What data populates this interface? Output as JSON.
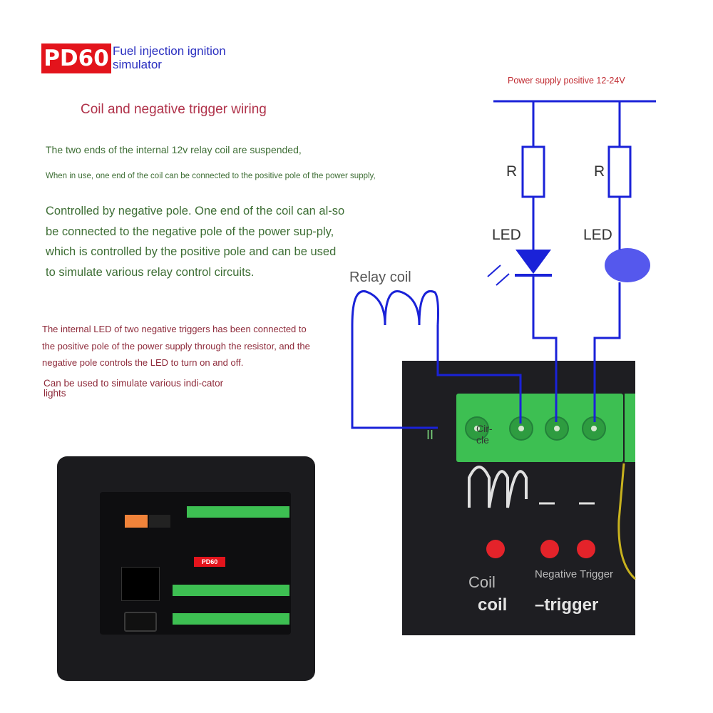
{
  "header": {
    "badge": "PD60",
    "title": "Fuel injection ignition simulator",
    "subtitle": "Coil and negative trigger wiring"
  },
  "description": {
    "p1": "The two ends of the internal 12v relay coil are suspended,",
    "p2": "When in use, one end of the coil can be connected to the positive pole of the power supply,",
    "p3": "Controlled by negative pole. One end of the coil can al-so be connected to the negative pole of the power sup-ply, which is controlled by the positive pole and can be used to simulate various relay control circuits.",
    "p4": "The internal LED of two negative triggers has been connected to the positive pole of the power supply through the resistor, and the negative pole controls the LED to turn on and off.",
    "p5": "Can be used to simulate various indi-cator lights"
  },
  "schematic": {
    "supply_label": "Power supply positive 12-24V",
    "relay_label": "Relay coil",
    "resistor_label_1": "R",
    "resistor_label_2": "R",
    "led_label_1": "LED",
    "led_label_2": "LED",
    "wire_color": "#1a22d8"
  },
  "photo_panel": {
    "circle_label": "Cir-cle",
    "coil_en": "Coil",
    "coil_bold": "coil",
    "neg_en": "Negative Trigger",
    "neg_bold": "–trigger"
  },
  "device": {
    "label": "PD60"
  },
  "colors": {
    "badge_red": "#e3141c",
    "title_blue": "#2a2fc0",
    "terminal_green": "#3dbf52",
    "indicator_red": "#e4232a"
  }
}
